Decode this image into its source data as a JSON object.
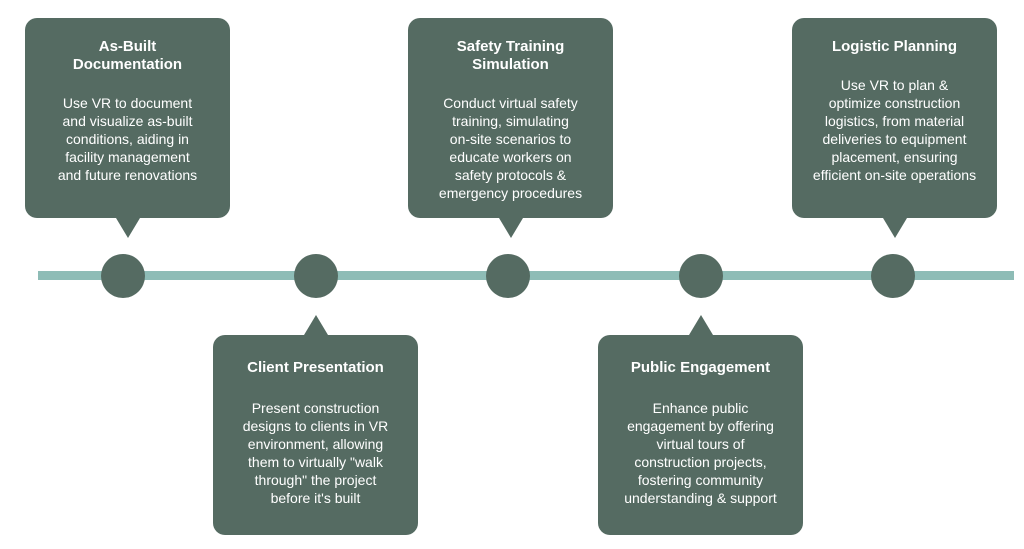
{
  "colors": {
    "card_background": "#556b62",
    "timeline_line": "#8ebcb6",
    "text": "#ffffff"
  },
  "milestones": [
    {
      "title": "As-Built\nDocumentation",
      "description": "Use VR to document\nand visualize as-built\nconditions, aiding in\nfacility management\nand future renovations"
    },
    {
      "title": "Client Presentation",
      "description": "Present construction\ndesigns to clients in VR\nenvironment, allowing\nthem to virtually \"walk\nthrough\" the project\nbefore it's built"
    },
    {
      "title": "Safety Training\nSimulation",
      "description": "Conduct virtual safety\ntraining, simulating\non-site scenarios to\neducate workers on\nsafety protocols &\nemergency procedures"
    },
    {
      "title": "Public Engagement",
      "description": "Enhance public\nengagement by offering\nvirtual tours of\nconstruction projects,\nfostering community\nunderstanding & support"
    },
    {
      "title": "Logistic Planning",
      "description": "Use VR to plan &\noptimize construction\nlogistics, from material\ndeliveries to equipment\nplacement, ensuring\nefficient on-site operations"
    }
  ]
}
